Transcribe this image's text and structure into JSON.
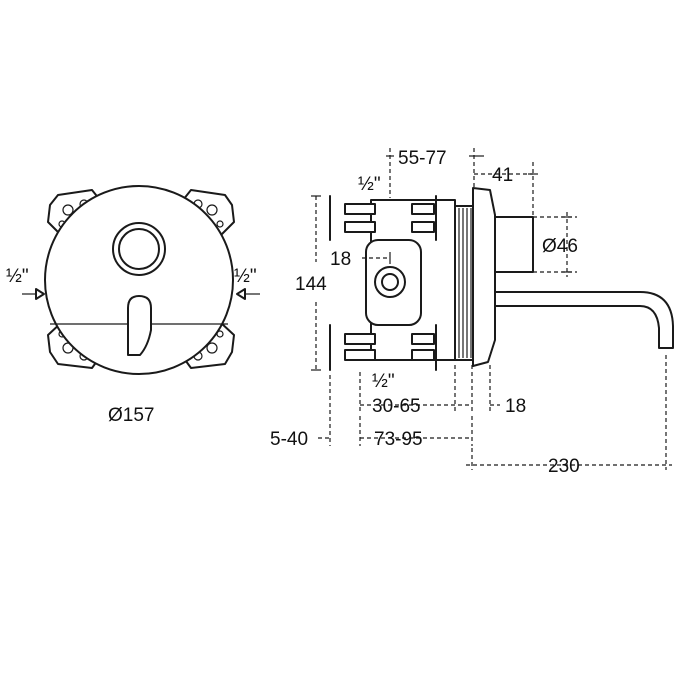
{
  "drawing": {
    "front_view": {
      "diameter_label": "Ø157",
      "inlet_left_label": "½\"",
      "inlet_right_label": "½\""
    },
    "side_view": {
      "dim_top_connection": "½\"",
      "dim_bottom_connection": "½\"",
      "dim_depth_range": "55-77",
      "dim_plate_depth": "41",
      "dim_outlet_diameter": "Ø46",
      "dim_port_offset": "18",
      "dim_height": "144",
      "dim_box_depth_range": "30-65",
      "dim_plate_thickness": "18",
      "dim_wall_offset": "5-40",
      "dim_total_depth_range": "73-95",
      "dim_spout_projection": "230"
    }
  }
}
